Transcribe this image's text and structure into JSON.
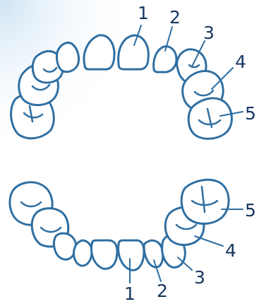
{
  "labels": {
    "upper": [
      "1",
      "2",
      "3",
      "4",
      "5"
    ],
    "lower": [
      "1",
      "2",
      "3",
      "4",
      "5"
    ]
  },
  "colors": {
    "outline": "#2f6fa2",
    "label_text": "#16365f",
    "tooth_fill": "#ffffff",
    "corner_glow": "#cfe4f4",
    "background": "#ffffff"
  }
}
